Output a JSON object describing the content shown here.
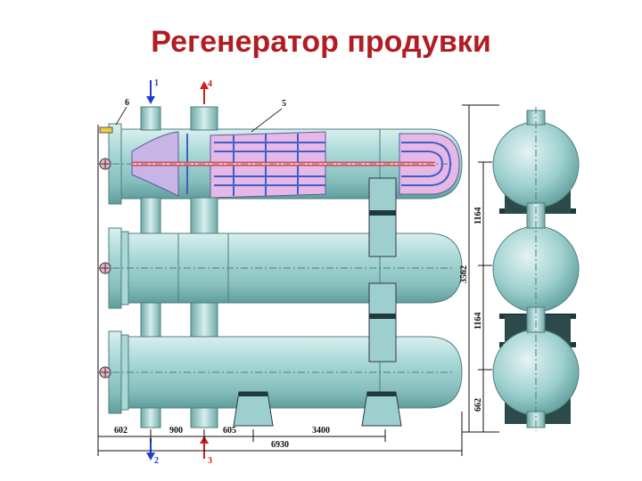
{
  "title": "Регенератор продувки",
  "callouts": {
    "c1": "1",
    "c2": "2",
    "c3": "3",
    "c4": "4",
    "c5": "5",
    "c6": "6"
  },
  "dimensions": {
    "d602": "602",
    "d900": "900",
    "d605": "605",
    "d3400": "3400",
    "d6930": "6930",
    "d3562": "3562",
    "d1164a": "1164",
    "d1164b": "1164",
    "d662": "662"
  },
  "colors": {
    "title": "#b11d22",
    "shell": "#8fc9c7",
    "tube_bundle": "#e6b8e6",
    "tube_lines": "#3e5ec9",
    "inlet_arrow": "#1f3fd1",
    "outlet_arrow": "#d11f1f"
  }
}
